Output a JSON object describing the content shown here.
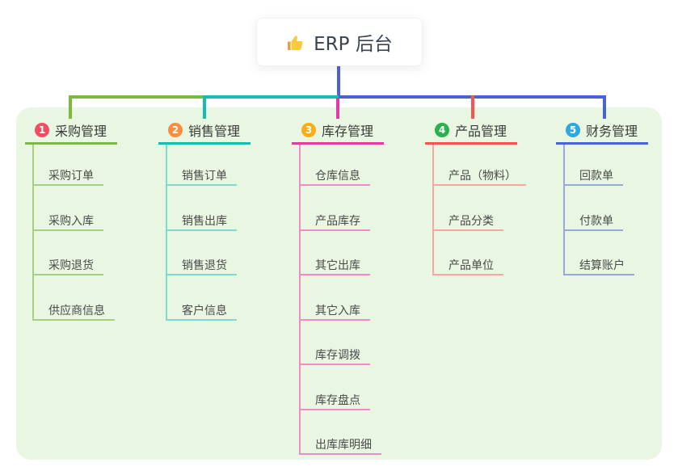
{
  "root": {
    "label": "ERP 后台",
    "icon": "thumbs-up-icon",
    "stem_color": "#4a63d2"
  },
  "panel": {
    "background": "#e8f6e2"
  },
  "branches": [
    {
      "index": "1",
      "label": "采购管理",
      "badge_color": "#f24d62",
      "line_color": "#7cba3f",
      "child_line_color": "#a6cf85",
      "children": [
        "采购订单",
        "采购入库",
        "采购退货",
        "供应商信息"
      ]
    },
    {
      "index": "2",
      "label": "销售管理",
      "badge_color": "#fb8d3d",
      "line_color": "#14bcb4",
      "child_line_color": "#7ed9d1",
      "children": [
        "销售订单",
        "销售出库",
        "销售退货",
        "客户信息"
      ]
    },
    {
      "index": "3",
      "label": "库存管理",
      "badge_color": "#fbad17",
      "line_color": "#e13aa4",
      "child_line_color": "#f08bc9",
      "children": [
        "仓库信息",
        "产品库存",
        "其它出库",
        "其它入库",
        "库存调拨",
        "库存盘点",
        "出库库明细"
      ]
    },
    {
      "index": "4",
      "label": "产品管理",
      "badge_color": "#2ab04c",
      "line_color": "#f45550",
      "child_line_color": "#f9a6a2",
      "children": [
        "产品（物料）",
        "产品分类",
        "产品单位"
      ]
    },
    {
      "index": "5",
      "label": "财务管理",
      "badge_color": "#2ca9e2",
      "line_color": "#4a63d2",
      "child_line_color": "#97a7df",
      "children": [
        "回款单",
        "付款单",
        "结算账户"
      ]
    }
  ]
}
